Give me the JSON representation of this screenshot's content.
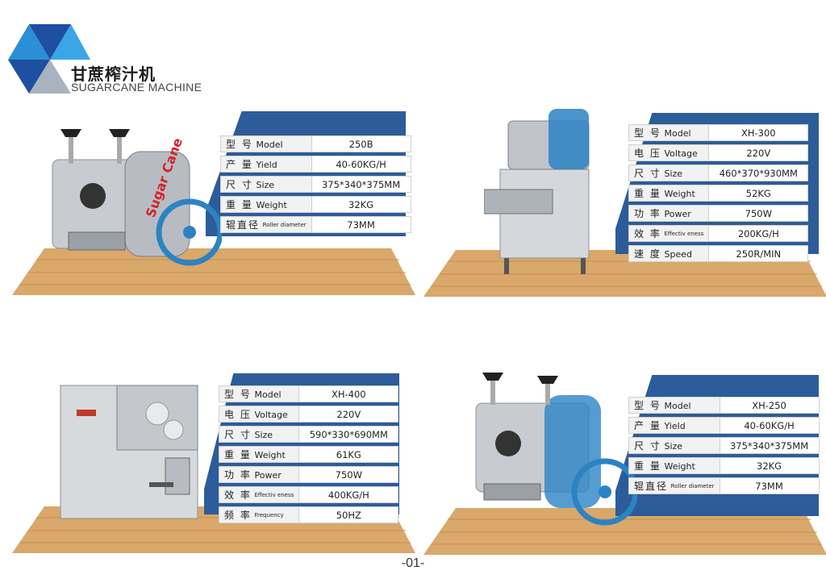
{
  "brand": {
    "title_cn": "甘蔗榨汁机",
    "title_en": "SUGARCANE MACHINE"
  },
  "page_number": "-01-",
  "colors": {
    "panel": "#2c5c9a",
    "floor": "#d9a86a",
    "steel": "#c8ccd0"
  },
  "products": [
    {
      "rows": [
        {
          "label_cn": "型 号",
          "label_en": "Model",
          "value": "250B"
        },
        {
          "label_cn": "产 量",
          "label_en": "Yield",
          "value": "40-60KG/H"
        },
        {
          "label_cn": "尺 寸",
          "label_en": "Size",
          "value": "375*340*375MM"
        },
        {
          "label_cn": "重 量",
          "label_en": "Weight",
          "value": "32KG"
        },
        {
          "label_cn": "辊直径",
          "label_en": "Roller diameter",
          "value": "73MM"
        }
      ]
    },
    {
      "rows": [
        {
          "label_cn": "型 号",
          "label_en": "Model",
          "value": "XH-300"
        },
        {
          "label_cn": "电 压",
          "label_en": "Voltage",
          "value": "220V"
        },
        {
          "label_cn": "尺 寸",
          "label_en": "Size",
          "value": "460*370*930MM"
        },
        {
          "label_cn": "重 量",
          "label_en": "Weight",
          "value": "52KG"
        },
        {
          "label_cn": "功 率",
          "label_en": "Power",
          "value": "750W"
        },
        {
          "label_cn": "效 率",
          "label_en": "Effectiv eness",
          "value": "200KG/H"
        },
        {
          "label_cn": "速 度",
          "label_en": "Speed",
          "value": "250R/MIN"
        }
      ]
    },
    {
      "rows": [
        {
          "label_cn": "型 号",
          "label_en": "Model",
          "value": "XH-400"
        },
        {
          "label_cn": "电 压",
          "label_en": "Voltage",
          "value": "220V"
        },
        {
          "label_cn": "尺 寸",
          "label_en": "Size",
          "value": "590*330*690MM"
        },
        {
          "label_cn": "重 量",
          "label_en": "Weight",
          "value": "61KG"
        },
        {
          "label_cn": "功 率",
          "label_en": "Power",
          "value": "750W"
        },
        {
          "label_cn": "效 率",
          "label_en": "Effectiv eness",
          "value": "400KG/H"
        },
        {
          "label_cn": "频 率",
          "label_en": "Frequency",
          "value": "50HZ"
        }
      ]
    },
    {
      "rows": [
        {
          "label_cn": "型 号",
          "label_en": "Model",
          "value": "XH-250"
        },
        {
          "label_cn": "产 量",
          "label_en": "Yield",
          "value": "40-60KG/H"
        },
        {
          "label_cn": "尺 寸",
          "label_en": "Size",
          "value": "375*340*375MM"
        },
        {
          "label_cn": "重 量",
          "label_en": "Weight",
          "value": "32KG"
        },
        {
          "label_cn": "辊直径",
          "label_en": "Roller diameter",
          "value": "73MM"
        }
      ]
    }
  ]
}
